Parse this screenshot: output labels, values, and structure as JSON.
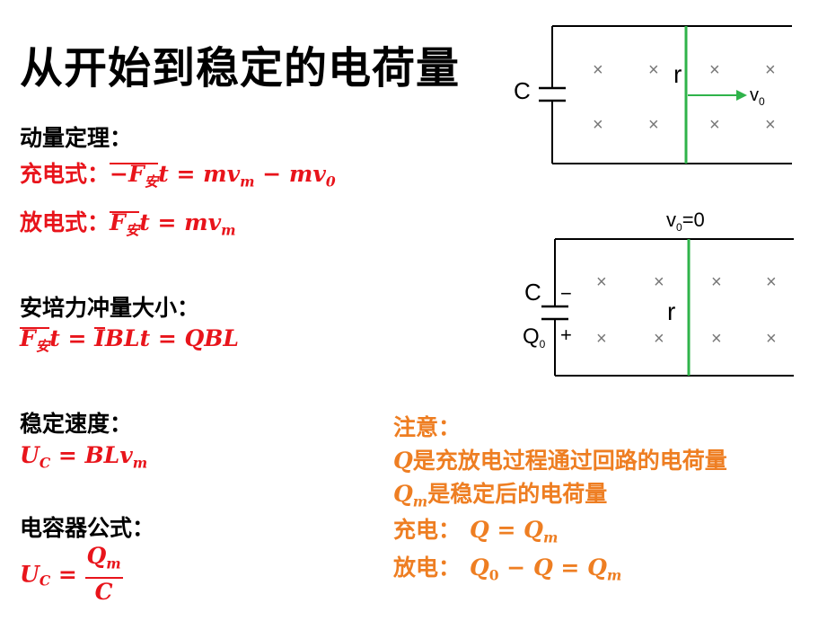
{
  "title": "从开始到稳定的电荷量",
  "momentum": {
    "heading": "动量定理：",
    "charge_label": "充电式：",
    "charge_lhs": "−F",
    "charge_sub": "安",
    "charge_rhs": "t = mv",
    "charge_rhs_sub": "m",
    "charge_rhs2": " − mv",
    "charge_rhs2_sub": "0",
    "discharge_label": "放电式：",
    "discharge_lhs": "F",
    "discharge_sub": "安",
    "discharge_rhs": "t = mv",
    "discharge_rhs_sub": "m"
  },
  "impulse": {
    "heading": "安培力冲量大小：",
    "f": "F",
    "f_sub": "安",
    "t": "t = ",
    "i": "I",
    "rest": "BLt = QBL"
  },
  "steady": {
    "heading": "稳定速度：",
    "u": "U",
    "u_sub": "C",
    "rhs": " = BLv",
    "rhs_sub": "m"
  },
  "capacitor": {
    "heading": "电容器公式：",
    "u": "U",
    "u_sub": "C",
    "eq": " = ",
    "num": "Q",
    "num_sub": "m",
    "den": "C"
  },
  "note": {
    "heading": "注意：",
    "line1_q": "Q",
    "line1_text": "是充放电过程通过回路的电荷量",
    "line2_q": "Q",
    "line2_sub": "m",
    "line2_text": "是稳定后的电荷量",
    "line3_label": "充电：",
    "line3_eq": "Q = Q",
    "line3_sub": "m",
    "line4_label": "放电：",
    "line4_q0": "Q",
    "line4_q0_sub": "0",
    "line4_eq": " − Q = Q",
    "line4_sub": "m"
  },
  "diagram_top": {
    "cap_label": "C",
    "rod_label": "r",
    "velocity_label": "v",
    "velocity_sub": "0",
    "field_mark": "×"
  },
  "diagram_bottom": {
    "top_label": "v",
    "top_label_sub": "0",
    "top_label_rest": "=0",
    "cap_label": "C",
    "minus": "−",
    "plus": "+",
    "q_label": "Q",
    "q_sub": "0",
    "rod_label": "r",
    "field_mark": "×"
  },
  "colors": {
    "red": "#e8141b",
    "orange": "#ee7e22",
    "rod": "#2fb34a",
    "arrow": "#2fb34a"
  }
}
